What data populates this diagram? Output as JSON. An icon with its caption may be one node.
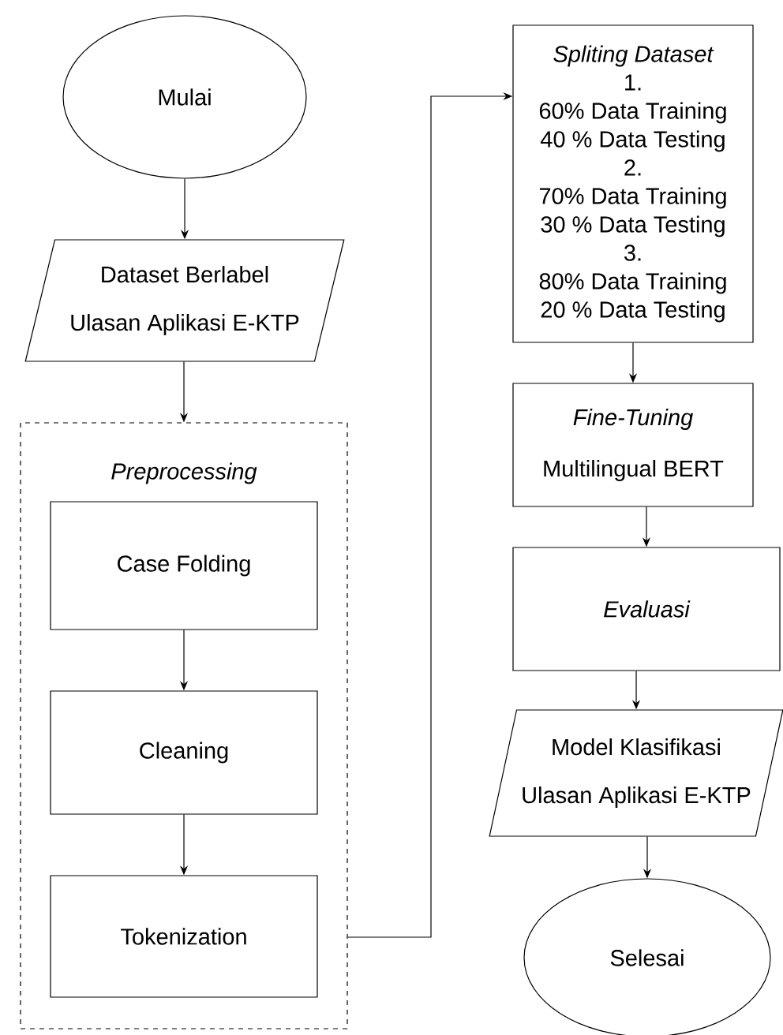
{
  "diagram": {
    "nodes": [
      {
        "text": [
          "Mulai"
        ]
      },
      {
        "text": [
          "Dataset Berlabel",
          "Ulasan Aplikasi E-KTP"
        ]
      },
      {
        "text": [
          "Preprocessing"
        ]
      },
      {
        "text": [
          "Case Folding"
        ],
        "in": 2
      },
      {
        "text": [
          "Cleaning"
        ],
        "in": 2
      },
      {
        "text": [
          "Tokenization"
        ],
        "in": 2
      },
      {
        "text": [
          "Spliting Dataset",
          "1.",
          "60% Data Training",
          "40 % Data Testing",
          "2.",
          "70% Data Training",
          "30 % Data Testing",
          "3.",
          "80% Data Training",
          "20 % Data Testing"
        ]
      },
      {
        "text": [
          "Fine-Tuning",
          "Multilingual BERT"
        ]
      },
      {
        "text": [
          "Evaluasi"
        ]
      },
      {
        "text": [
          "Model Klasifikasi",
          "Ulasan Aplikasi E-KTP"
        ]
      },
      {
        "text": [
          "Selesai"
        ]
      }
    ],
    "edges": [
      {
        "from": 0,
        "to": 1,
        "arrow": "to"
      },
      {
        "from": 1,
        "to": 2,
        "arrow": "to"
      },
      {
        "from": 3,
        "to": 4,
        "arrow": "to"
      },
      {
        "from": 4,
        "to": 5,
        "arrow": "to"
      },
      {
        "from": 2,
        "to": 6,
        "arrow": "to"
      },
      {
        "from": 6,
        "to": 7,
        "arrow": "to"
      },
      {
        "from": 7,
        "to": 8,
        "arrow": "to"
      },
      {
        "from": 8,
        "to": 9,
        "arrow": "to"
      },
      {
        "from": 9,
        "to": 10,
        "arrow": "to"
      }
    ]
  }
}
